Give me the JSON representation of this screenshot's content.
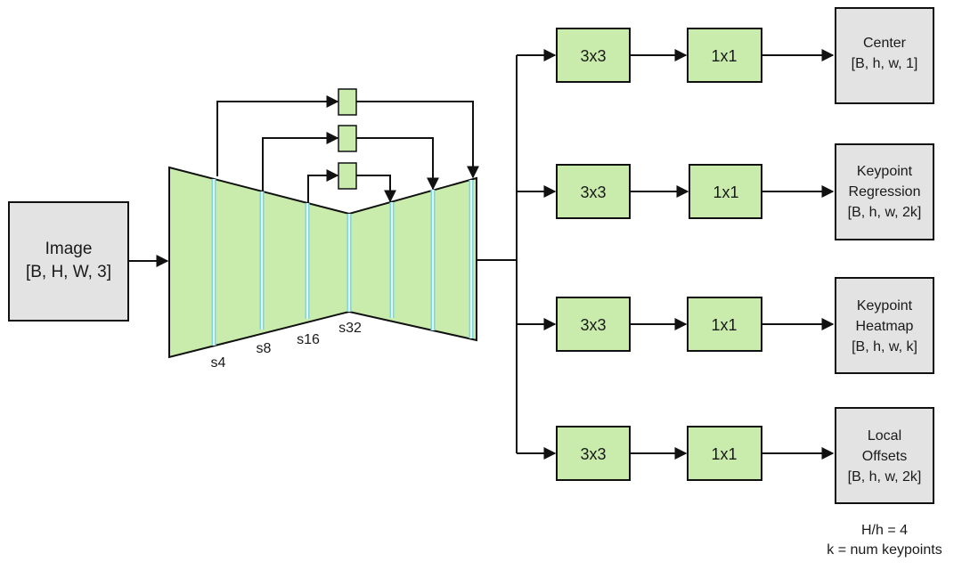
{
  "input": {
    "title": "Image",
    "shape": "[B, H, W, 3]"
  },
  "backbone": {
    "strides": [
      "s4",
      "s8",
      "s16",
      "s32"
    ]
  },
  "head_ops": {
    "conv3": "3x3",
    "conv1": "1x1"
  },
  "outputs": [
    {
      "lines": [
        "Center",
        "[B, h, w, 1]"
      ]
    },
    {
      "lines": [
        "Keypoint",
        "Regression",
        "[B, h, w, 2k]"
      ]
    },
    {
      "lines": [
        "Keypoint",
        "Heatmap",
        "[B, h, w, k]"
      ]
    },
    {
      "lines": [
        "Local",
        "Offsets",
        "[B, h, w, 2k]"
      ]
    }
  ],
  "notes": {
    "ratio": "H/h = 4",
    "k_def": "k = num keypoints"
  },
  "colors": {
    "green": "#c9ecac",
    "gray": "#e3e3e3",
    "stroke": "#111111",
    "stripe": "#7fd6dc"
  }
}
